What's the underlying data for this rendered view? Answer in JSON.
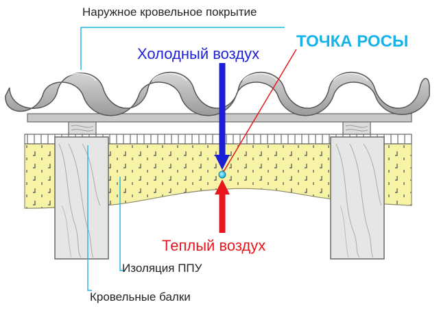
{
  "labels": {
    "outer_roof": "Наружное кровельное покрытие",
    "cold_air": "Холодный воздух",
    "dew_point": "ТОЧКА РОСЫ",
    "warm_air": "Теплый воздух",
    "insulation": "Изоляция ППУ",
    "beams": "Кровельные балки"
  },
  "colors": {
    "cold": "#1b1fd6",
    "warm": "#e8161d",
    "dew_point": "#17b3e8",
    "leader_line": "#18b4e6",
    "foam": "#f7f3a6",
    "wood": "#e4e4e4",
    "tile": "#b9b9b9"
  },
  "icons": {
    "cold_arrow": "down-arrow-icon",
    "warm_arrow": "up-arrow-icon",
    "dew_marker": "dot-icon"
  }
}
